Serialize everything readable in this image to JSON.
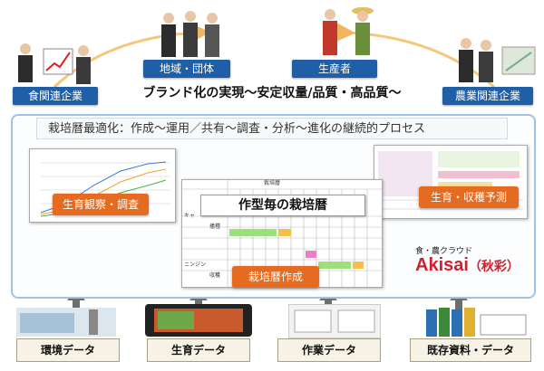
{
  "stakeholders": {
    "food": "食関連企業",
    "region": "地域・団体",
    "producer": "生産者",
    "agri": "農業関連企業"
  },
  "goal": "ブランド化の実現～安定収量/品質・高品質～",
  "process_title": "栽培暦最適化：作成～運用／共有～調査・分析～進化の継続的プロセス",
  "stages": {
    "observe": "生育観察・調査",
    "forecast": "生育・収穫予測",
    "create": "栽培暦作成"
  },
  "calendar": {
    "title": "作型毎の栽培暦",
    "header": "栽培暦",
    "row_label_1": "キャ",
    "row_label_2": "ニンジン",
    "sub_1": "播種",
    "sub_2": "収穫"
  },
  "brand": {
    "tagline": "食・農クラウド",
    "name": "Akisai",
    "name_jp": "（秋彩）"
  },
  "data_sources": {
    "env": "環境データ",
    "growth": "生育データ",
    "work": "作業データ",
    "existing": "既存資料・データ"
  },
  "colors": {
    "label_blue": "#1f5fa8",
    "orange": "#e46b1f",
    "arrow_orange": "#f3a347",
    "brand_red": "#d21f2a"
  }
}
